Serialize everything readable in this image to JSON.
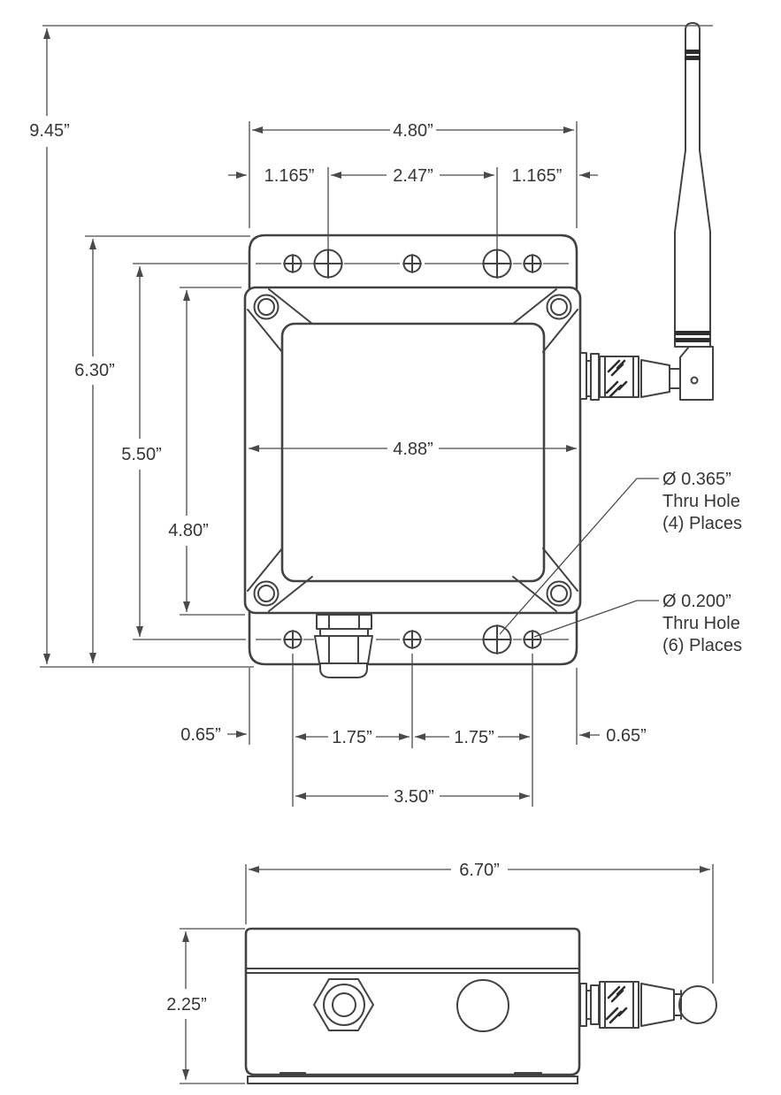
{
  "meta": {
    "drawing_type": "mechanical dimension drawing",
    "views": [
      "front view with antenna",
      "bottom/side view"
    ],
    "units": "inches"
  },
  "colors": {
    "background": "#ffffff",
    "line": "#424242",
    "dimension_line": "#4a4a4a",
    "text": "#363636"
  },
  "front": {
    "dims": {
      "overall_height": "9.45”",
      "flange_width": "4.80”",
      "left_hole_offset": "1.165”",
      "top_hole_spacing": "2.47”",
      "right_hole_offset": "1.165”",
      "flange_outer_height": "6.30”",
      "hole_row_spacing": "5.50”",
      "body_height": "4.80”",
      "body_width": "4.88”",
      "bottom_left_edge_offset": "0.65”",
      "bottom_hole_spacing_left": "1.75”",
      "bottom_hole_spacing_right": "1.75”",
      "bottom_hole_span": "3.50”",
      "bottom_right_edge_offset": "0.65”"
    },
    "callouts": {
      "large": {
        "dia": "Ø 0.365”",
        "l2": "Thru Hole",
        "l3": "(4) Places"
      },
      "small": {
        "dia": "Ø 0.200”",
        "l2": "Thru Hole",
        "l3": "(6) Places"
      }
    }
  },
  "bottom": {
    "dims": {
      "overall_width": "6.70”",
      "overall_depth": "2.25”"
    }
  }
}
